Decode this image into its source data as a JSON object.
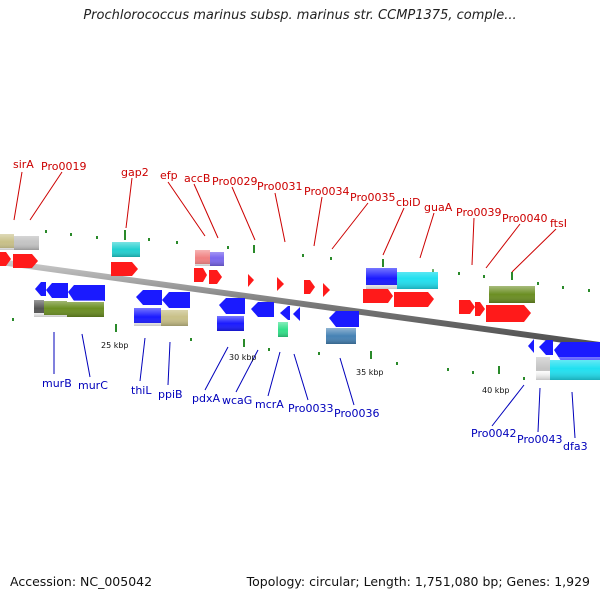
{
  "title": "Prochlorococcus marinus subsp. marinus str. CCMP1375, comple...",
  "footer": {
    "accession": "Accession: NC_005042",
    "topology": "Topology: circular; Length: 1,751,080 bp; Genes: 1,929"
  },
  "colors": {
    "forward_label": "#cc0000",
    "reverse_label": "#0000bb",
    "forward_gene": "#ff1a1a",
    "reverse_gene": "#1a1aff",
    "backbone": "#8a8a8a",
    "tick": "#2a8a2a"
  },
  "scale_labels": [
    "25 kbp",
    "30 kbp",
    "35 kbp",
    "40 kbp"
  ],
  "forward_labels": [
    "sirA",
    "Pro0019",
    "gap2",
    "efp",
    "accB",
    "Pro0029",
    "Pro0031",
    "Pro0034",
    "Pro0035",
    "cbiD",
    "guaA",
    "Pro0039",
    "Pro0040",
    "ftsI"
  ],
  "reverse_labels": [
    "murB",
    "murC",
    "thiL",
    "ppiB",
    "pdxA",
    "wcaG",
    "mcrA",
    "Pro0033",
    "Pro0036",
    "Pro0042",
    "Pro0043",
    "dfa3"
  ]
}
